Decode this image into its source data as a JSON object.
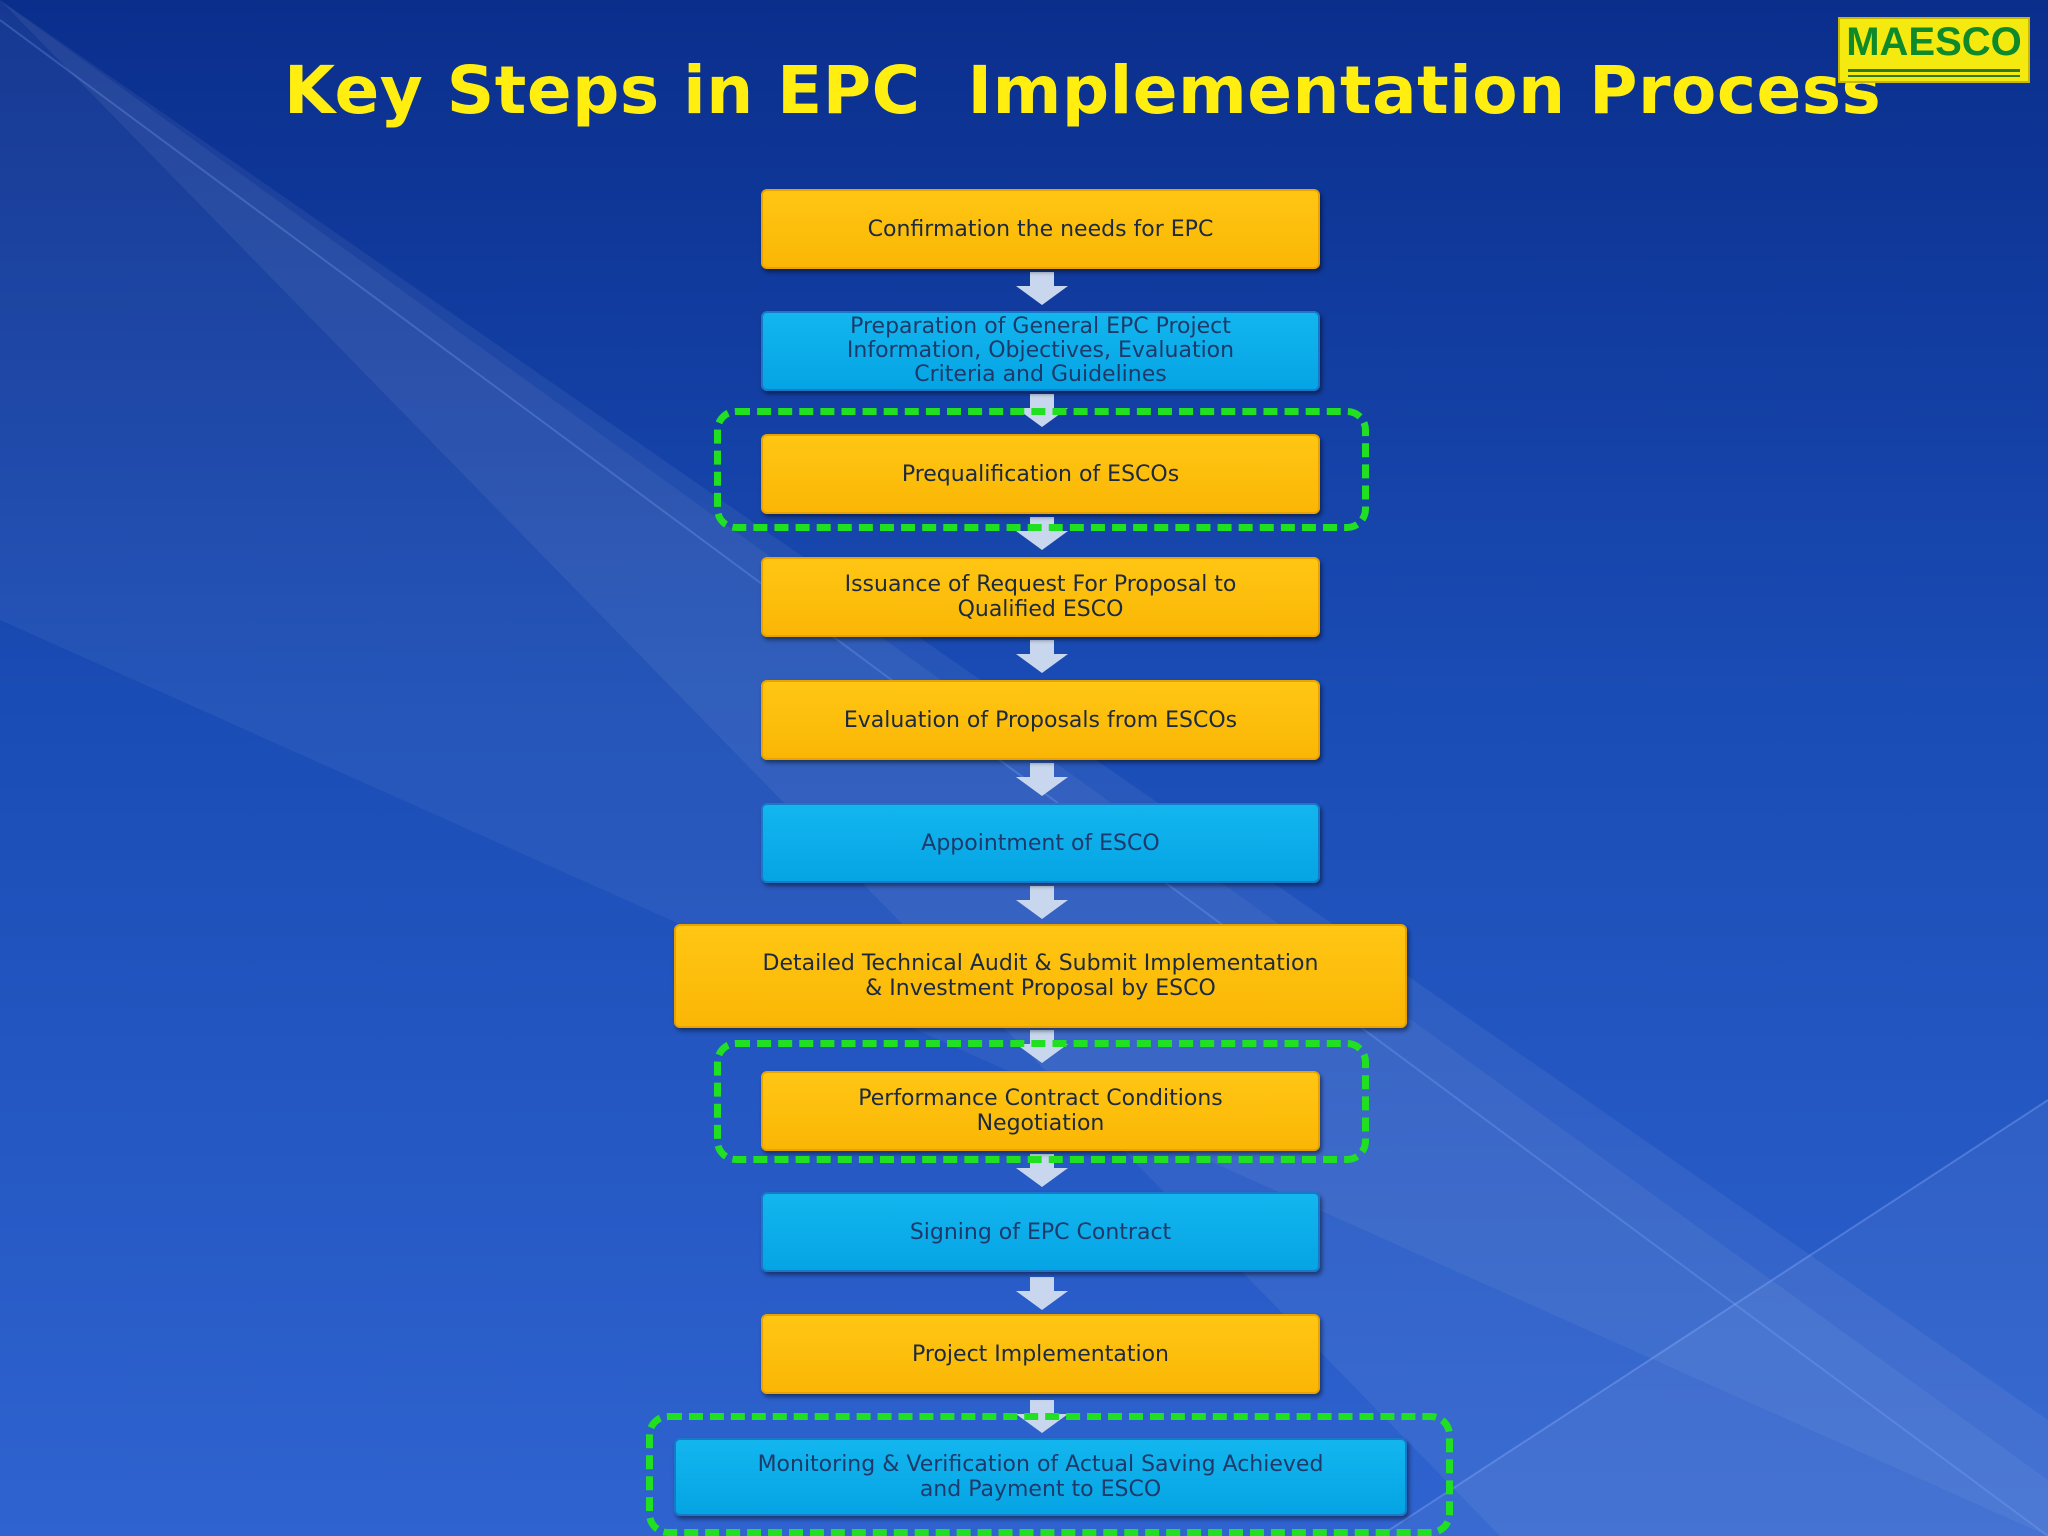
{
  "title": "Key Steps in EPC  Implementation Process",
  "logo": {
    "text": "MAESCO"
  },
  "colors": {
    "title": "#ffee10",
    "orange_step": "#fbb605",
    "blue_step": "#05a4e4",
    "highlight": "#21e021",
    "background_top": "#0a2e8c",
    "background_bottom": "#2f63cf"
  },
  "steps": [
    {
      "label": "Confirmation  the needs for EPC",
      "color": "orange",
      "highlighted": false
    },
    {
      "label": "Preparation  of  General EPC Project\nInformation, Objectives, Evaluation\nCriteria  and Guidelines",
      "color": "blue",
      "highlighted": false
    },
    {
      "label": "Prequalification of   ESCOs",
      "color": "orange",
      "highlighted": true
    },
    {
      "label": "Issuance of Request For Proposal to\nQualified ESCO",
      "color": "orange",
      "highlighted": false
    },
    {
      "label": "Evaluation  of Proposals from ESCOs",
      "color": "orange",
      "highlighted": false
    },
    {
      "label": "Appointment of ESCO",
      "color": "blue",
      "highlighted": false
    },
    {
      "label": "Detailed Technical Audit & Submit  Implementation\n& Investment Proposal by ESCO",
      "color": "orange",
      "highlighted": false
    },
    {
      "label": "Performance Contract  Conditions\nNegotiation",
      "color": "orange",
      "highlighted": true
    },
    {
      "label": "Signing of  EPC  Contract",
      "color": "blue",
      "highlighted": false
    },
    {
      "label": "Project Implementation",
      "color": "orange",
      "highlighted": false
    },
    {
      "label": "Monitoring & Verification  of Actual Saving  Achieved\nand  Payment to ESCO",
      "color": "blue",
      "highlighted": true
    }
  ]
}
